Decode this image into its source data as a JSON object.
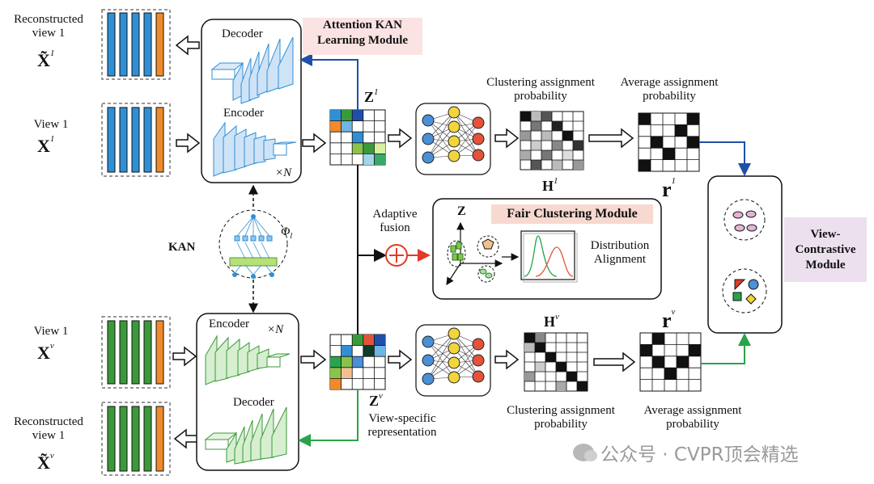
{
  "labels": {
    "recon_view1_line1": "Reconstructed",
    "recon_view1_line2": "view 1",
    "recon_view1_math": "X̃",
    "recon_view1_sup": "1",
    "view1_line": "View 1",
    "view1_math": "X",
    "view1_sup": "1",
    "decoder_top": "Decoder",
    "encoder_top": "Encoder",
    "times_n_top": "×N",
    "attention_module_line1": "Attention KAN",
    "attention_module_line2": "Learning Module",
    "z1_math": "Z",
    "z1_sup": "1",
    "clustering_top_line1": "Clustering assignment",
    "clustering_top_line2": "probability",
    "average_top_line1": "Average assignment",
    "average_top_line2": "probability",
    "h1_math": "H",
    "h1_sup": "1",
    "r1_math": "r",
    "r1_sup": "1",
    "adaptive_line1": "Adaptive",
    "adaptive_line2": "fusion",
    "kan_label": "KAN",
    "phi_label": "Φ",
    "phi_sub": "l",
    "fair_module": "Fair Clustering Module",
    "z_axis": "Z",
    "distribution_line1": "Distribution",
    "distribution_line2": "Alignment",
    "view_contrastive_line1": "View-",
    "view_contrastive_line2": "Contrastive",
    "view_contrastive_line3": "Module",
    "viewv_line": "View 1",
    "xv_math": "X",
    "xv_sup": "v",
    "encoder_bottom": "Encoder",
    "times_n_bottom": "×N",
    "decoder_bottom": "Decoder",
    "recon_viewv_line1": "Reconstructed",
    "recon_viewv_line2": "view 1",
    "recon_viewv_math": "X̃",
    "recon_viewv_sup": "v",
    "zv_math": "Z",
    "zv_sup": "v",
    "view_specific_line1": "View-specific",
    "view_specific_line2": "representation",
    "hv_math": "H",
    "hv_sup": "v",
    "rv_math": "r",
    "rv_sup": "v",
    "clustering_bottom_line1": "Clustering assignment",
    "clustering_bottom_line2": "probability",
    "average_bottom_line1": "Average assignment",
    "average_bottom_line2": "probability",
    "watermark": "公众号 · CVPR顶会精选"
  },
  "colors": {
    "blue": "#2f8fd6",
    "green": "#3a9a3a",
    "orange": "#f08a2a",
    "arrow_blue": "#1f4fa8",
    "arrow_green": "#2aa34a",
    "red_fusion": "#e23a2a",
    "pink_module": "#fbe3e3",
    "salmon_module": "#f7d9d0",
    "lavender_module": "#ece0ef"
  }
}
